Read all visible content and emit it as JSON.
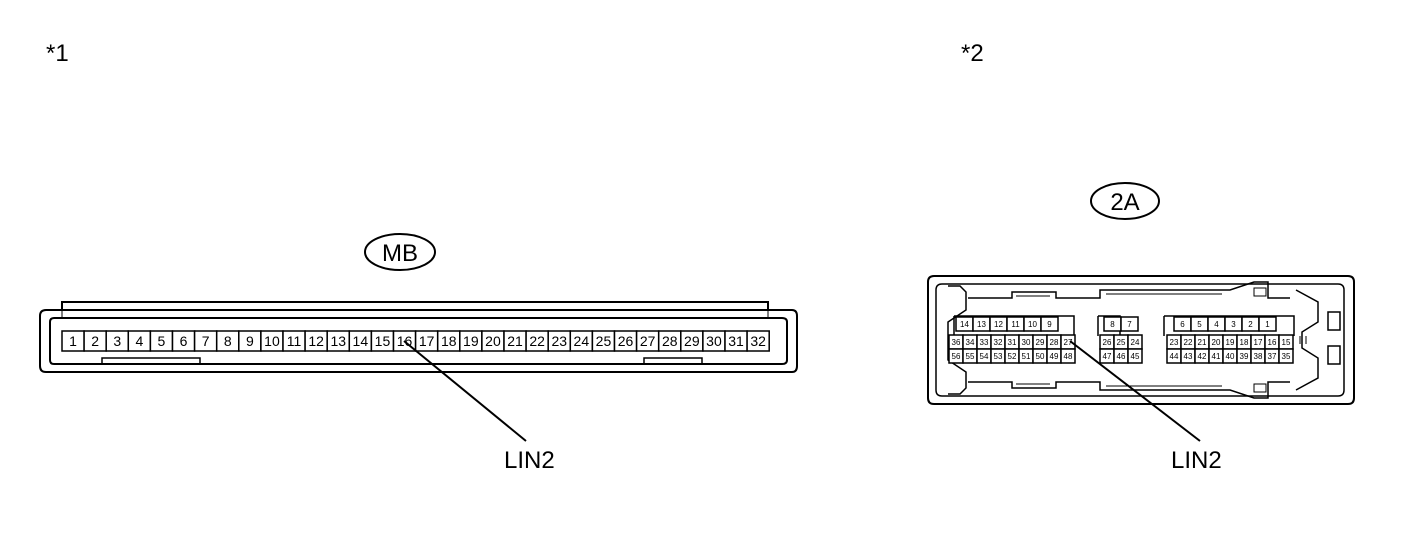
{
  "diagram": {
    "left": {
      "marker": "*1",
      "connector_code": "MB",
      "pins": [
        "1",
        "2",
        "3",
        "4",
        "5",
        "6",
        "7",
        "8",
        "9",
        "10",
        "11",
        "12",
        "13",
        "14",
        "15",
        "16",
        "17",
        "18",
        "19",
        "20",
        "21",
        "22",
        "23",
        "24",
        "25",
        "26",
        "27",
        "28",
        "29",
        "30",
        "31",
        "32"
      ],
      "callout_label": "LIN2",
      "callout_pin": "16"
    },
    "right": {
      "marker": "*2",
      "connector_code": "2A",
      "group_a": {
        "top": [
          "14",
          "13",
          "12",
          "11",
          "10",
          "9"
        ],
        "mid": [
          "36",
          "34",
          "33",
          "32",
          "31",
          "30",
          "29",
          "28",
          "27"
        ],
        "bot": [
          "56",
          "55",
          "54",
          "53",
          "52",
          "51",
          "50",
          "49",
          "48"
        ]
      },
      "group_b": {
        "top": [
          "8",
          "7"
        ],
        "mid": [
          "26",
          "25",
          "24"
        ],
        "bot": [
          "47",
          "46",
          "45"
        ]
      },
      "group_c": {
        "top": [
          "6",
          "5",
          "4",
          "3",
          "2",
          "1"
        ],
        "mid": [
          "23",
          "22",
          "21",
          "20",
          "19",
          "18",
          "17",
          "16",
          "15"
        ],
        "bot": [
          "44",
          "43",
          "42",
          "41",
          "40",
          "39",
          "38",
          "37",
          "35"
        ]
      },
      "callout_label": "LIN2",
      "callout_pin": "27"
    }
  }
}
